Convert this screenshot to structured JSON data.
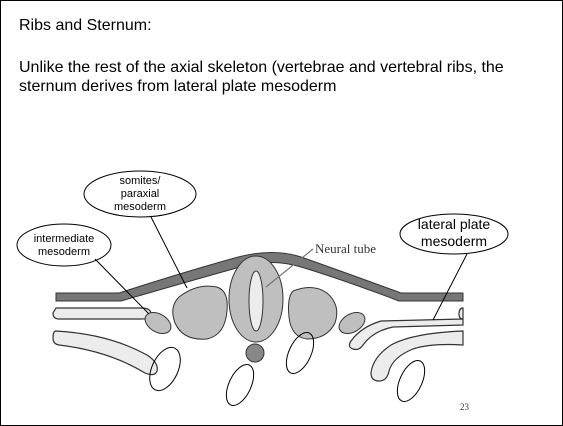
{
  "slide": {
    "title": "Ribs and Sternum:",
    "body": "Unlike the rest of the axial skeleton (vertebrae and vertebral ribs, the sternum derives from lateral plate mesoderm",
    "page_number": "23"
  },
  "diagram": {
    "labels": {
      "somites_line1": "somites/",
      "somites_line2": "paraxial",
      "somites_line3": "mesoderm",
      "intermediate_line1": "intermediate",
      "intermediate_line2": "mesoderm",
      "lateral_line1": "lateral plate",
      "lateral_line2": "mesoderm",
      "neural_tube": "Neural tube"
    },
    "colors": {
      "ectoderm_band": "#777777",
      "tissue_fill": "#bfbfbf",
      "light_fill": "#ececec",
      "notochord": "#888888",
      "outline": "#333333"
    }
  }
}
